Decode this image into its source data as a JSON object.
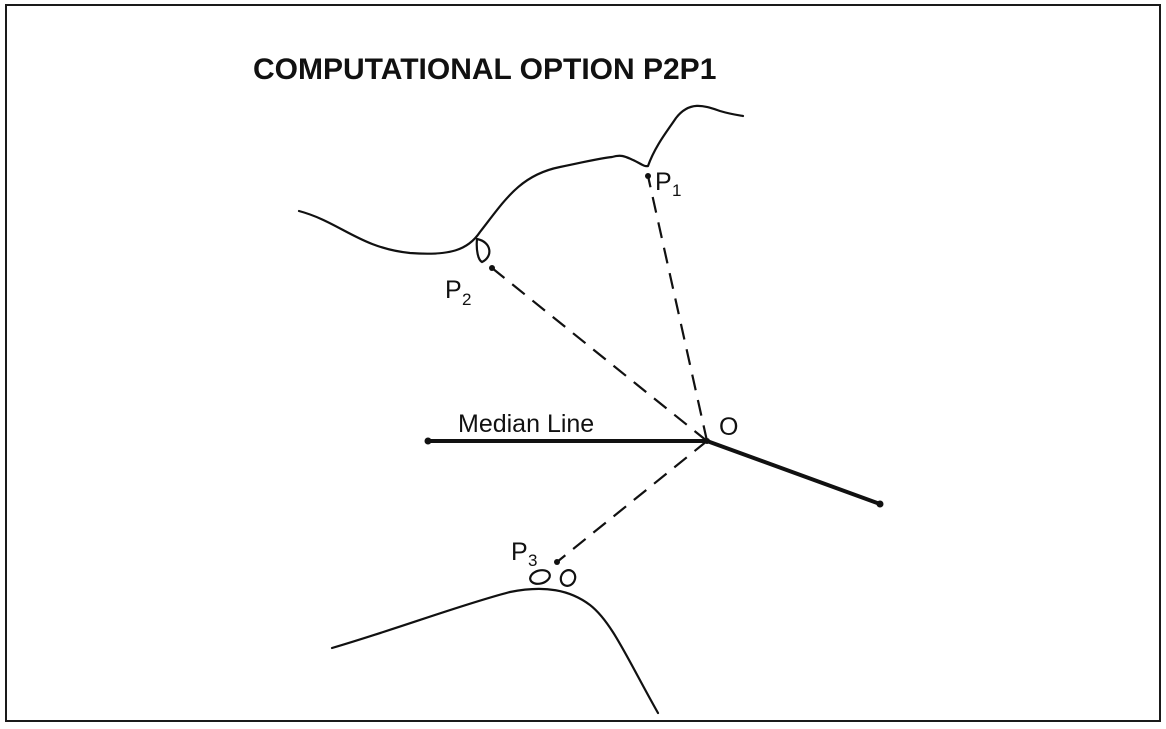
{
  "title": "COMPUTATIONAL OPTION P2P1",
  "labels": {
    "median_line": "Median Line",
    "origin": "O",
    "p1": {
      "letter": "P",
      "subscript": "1"
    },
    "p2": {
      "letter": "P",
      "subscript": "2"
    },
    "p3": {
      "letter": "P",
      "subscript": "3"
    }
  }
}
